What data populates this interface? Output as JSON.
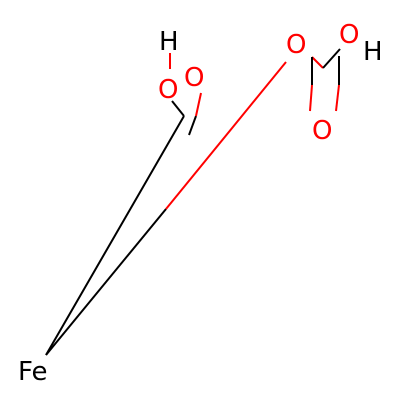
{
  "molecule": {
    "atoms": {
      "fe": "Fe",
      "o_hydroxyl": "O",
      "h_hydroxyl": "H",
      "o_carbonyl_left": "O",
      "o_bridge": "O",
      "o_acid": "O",
      "h_acid": "H",
      "o_carbonyl_right": "O"
    },
    "colors": {
      "carbon": "#000000",
      "oxygen": "#ff0000",
      "hydrogen": "#000000",
      "iron": "#000000"
    }
  }
}
